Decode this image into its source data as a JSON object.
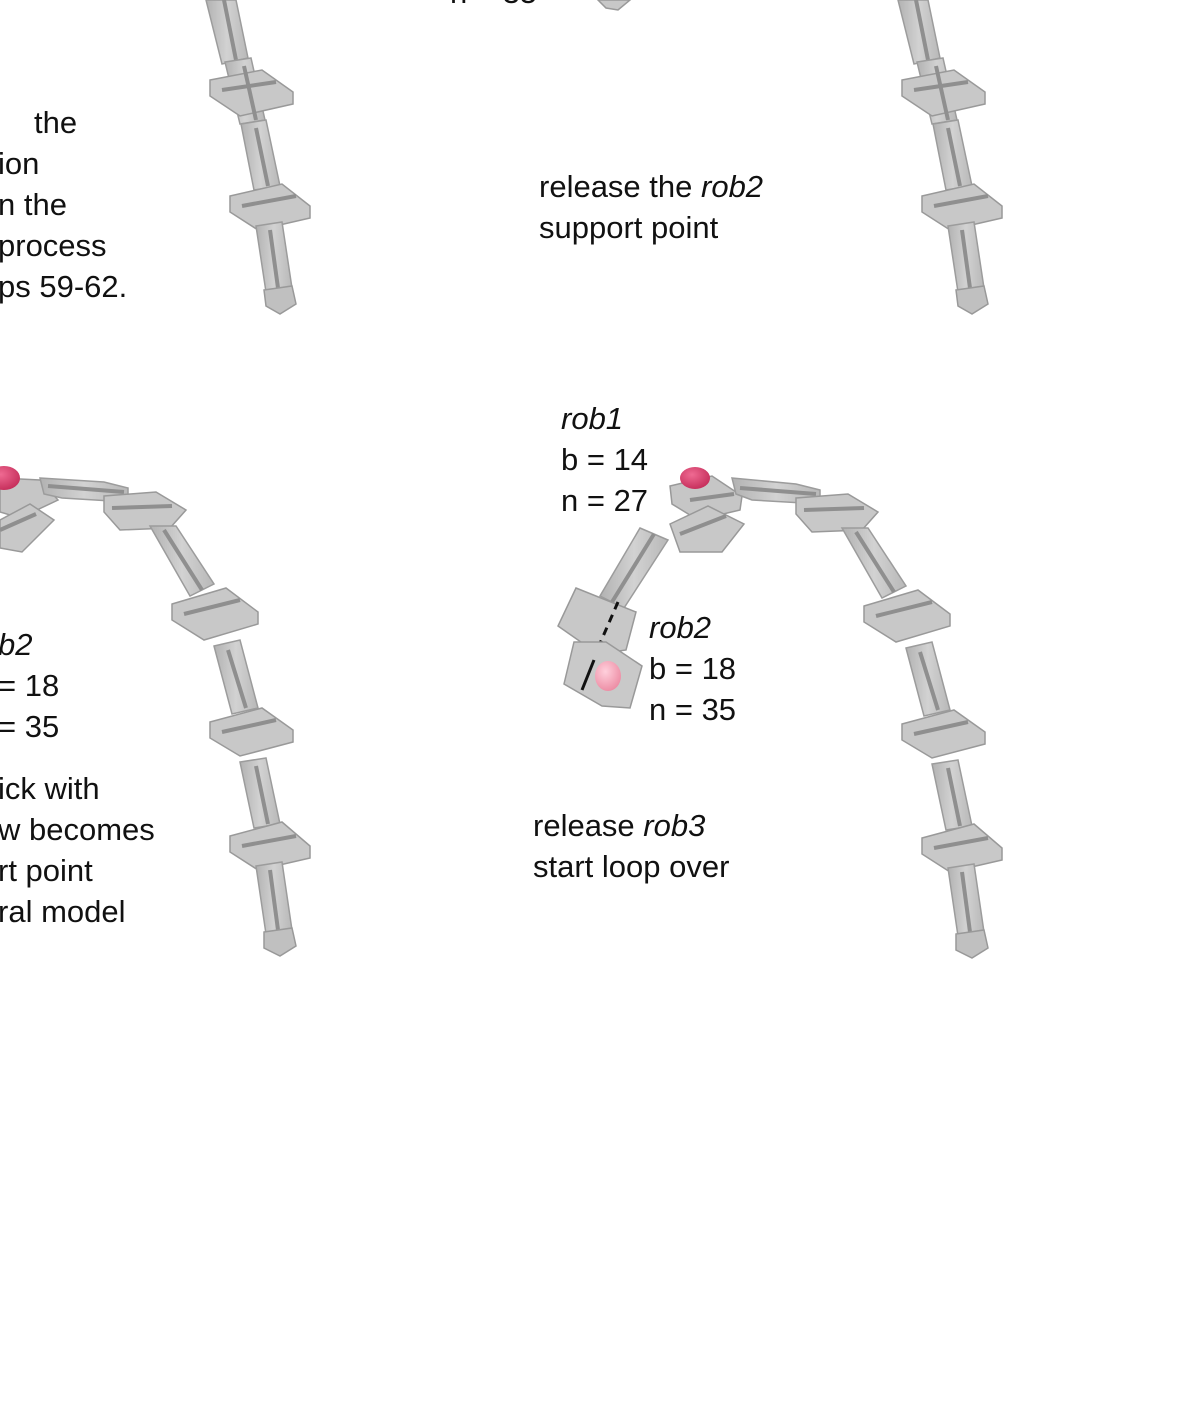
{
  "panels": {
    "top_left": {
      "lines": [
        "the",
        "ion",
        "n the",
        "process",
        "ps 59-62."
      ]
    },
    "top_right": {
      "cutoff_label": "n = 35",
      "line1_a": "release the ",
      "line1_b": "rob2",
      "line2": "support point"
    },
    "bottom_left": {
      "label_rob": "b2",
      "label_b": "= 18",
      "label_n": "= 35",
      "lines": [
        "ick with",
        "w becomes",
        "rt point",
        "ral model"
      ]
    },
    "bottom_right": {
      "rob1": {
        "name": "rob1",
        "b": "b = 14",
        "n": "n = 27"
      },
      "rob2": {
        "name": "rob2",
        "b": "b = 18",
        "n": "n = 35"
      },
      "line1_a": "release ",
      "line1_b": "rob3",
      "line2": "start loop over"
    }
  },
  "colors": {
    "block_fill": "#c4c4c4",
    "block_edge": "#9a9a9a",
    "groove": "#8f8f8f",
    "support_red": "#d8406c",
    "support_pink": "#f4a0b4"
  }
}
